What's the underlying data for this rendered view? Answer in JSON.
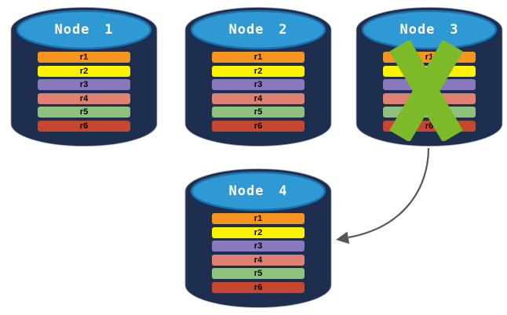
{
  "diagram": {
    "description": "Database replication failover diagram: four replica nodes, Node 3 failed (crossed out) with arrow to replacement Node 4",
    "colors": {
      "cylinder_body": "#1D2E4F",
      "cylinder_top": "#2F99D4",
      "failure_x": "#7CBA2A",
      "arrow": "#575757",
      "title_text": "#FFFFFF",
      "row_text": "#000000"
    },
    "nodes": [
      {
        "id": "node-1",
        "title": "Node 1",
        "failed": false,
        "rows": [
          {
            "label": "r1",
            "color": "#F7941E"
          },
          {
            "label": "r2",
            "color": "#FFF200"
          },
          {
            "label": "r3",
            "color": "#8878BE"
          },
          {
            "label": "r4",
            "color": "#DF8070"
          },
          {
            "label": "r5",
            "color": "#8EC17D"
          },
          {
            "label": "r6",
            "color": "#C5472F"
          }
        ]
      },
      {
        "id": "node-2",
        "title": "Node 2",
        "failed": false,
        "rows": [
          {
            "label": "r1",
            "color": "#F7941E"
          },
          {
            "label": "r2",
            "color": "#FFF200"
          },
          {
            "label": "r3",
            "color": "#8878BE"
          },
          {
            "label": "r4",
            "color": "#DF8070"
          },
          {
            "label": "r5",
            "color": "#8EC17D"
          },
          {
            "label": "r6",
            "color": "#C5472F"
          }
        ]
      },
      {
        "id": "node-3",
        "title": "Node 3",
        "failed": true,
        "rows": [
          {
            "label": "r1",
            "color": "#F7941E"
          },
          {
            "label": "r2",
            "color": "#FFF200"
          },
          {
            "label": "r3",
            "color": "#8878BE"
          },
          {
            "label": "r4",
            "color": "#DF8070"
          },
          {
            "label": "r5",
            "color": "#8EC17D"
          },
          {
            "label": "r6",
            "color": "#C5472F"
          }
        ]
      },
      {
        "id": "node-4",
        "title": "Node 4",
        "failed": false,
        "rows": [
          {
            "label": "r1",
            "color": "#F7941E"
          },
          {
            "label": "r2",
            "color": "#FFF200"
          },
          {
            "label": "r3",
            "color": "#8878BE"
          },
          {
            "label": "r4",
            "color": "#DF8070"
          },
          {
            "label": "r5",
            "color": "#8EC17D"
          },
          {
            "label": "r6",
            "color": "#C5472F"
          }
        ]
      }
    ],
    "arrow": {
      "from": "Node 3",
      "to": "Node 4"
    }
  }
}
